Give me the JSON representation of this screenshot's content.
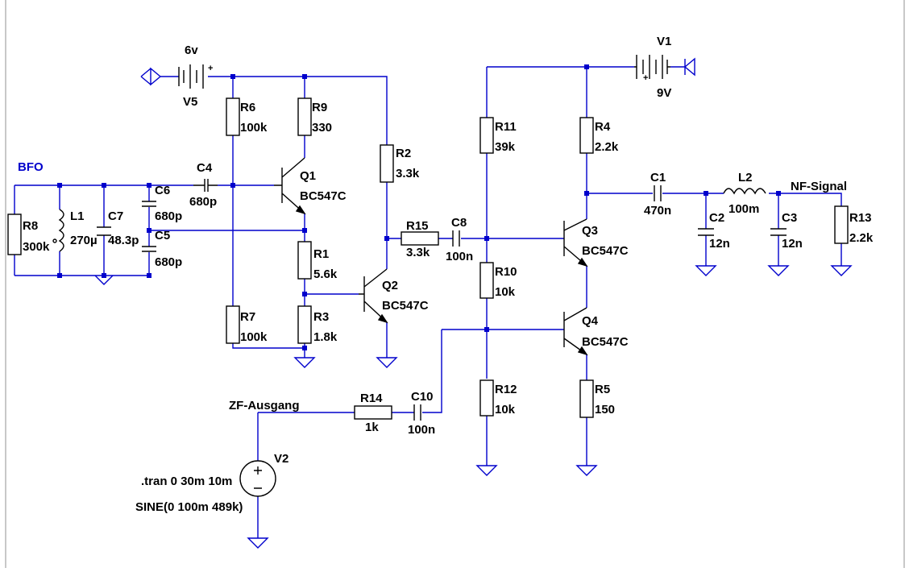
{
  "schematic": {
    "net_labels": {
      "bfo": "BFO",
      "zf": "ZF-Ausgang",
      "nf": "NF-Signal"
    },
    "directives": {
      "tran": ".tran 0 30m 10m",
      "source": "SINE(0 100m 489k)"
    },
    "components": {
      "V5": {
        "ref": "V5",
        "value": "6v"
      },
      "V1": {
        "ref": "V1",
        "value": "9V"
      },
      "V2": {
        "ref": "V2"
      },
      "R6": {
        "ref": "R6",
        "value": "100k"
      },
      "R9": {
        "ref": "R9",
        "value": "330"
      },
      "R2": {
        "ref": "R2",
        "value": "3.3k"
      },
      "R1": {
        "ref": "R1",
        "value": "5.6k"
      },
      "R3": {
        "ref": "R3",
        "value": "1.8k"
      },
      "R7": {
        "ref": "R7",
        "value": "100k"
      },
      "R8": {
        "ref": "R8",
        "value": "300k"
      },
      "R15": {
        "ref": "R15",
        "value": "3.3k"
      },
      "R14": {
        "ref": "R14",
        "value": "1k"
      },
      "R11": {
        "ref": "R11",
        "value": "39k"
      },
      "R10": {
        "ref": "R10",
        "value": "10k"
      },
      "R12": {
        "ref": "R12",
        "value": "10k"
      },
      "R4": {
        "ref": "R4",
        "value": "2.2k"
      },
      "R5": {
        "ref": "R5",
        "value": "150"
      },
      "R13": {
        "ref": "R13",
        "value": "2.2k"
      },
      "C4": {
        "ref": "C4",
        "value": "680p"
      },
      "C6": {
        "ref": "C6",
        "value": "680p"
      },
      "C5": {
        "ref": "C5",
        "value": "680p"
      },
      "C7": {
        "ref": "C7",
        "value": "48.3p"
      },
      "C8": {
        "ref": "C8",
        "value": "100n"
      },
      "C10": {
        "ref": "C10",
        "value": "100n"
      },
      "C1": {
        "ref": "C1",
        "value": "470n"
      },
      "C2": {
        "ref": "C2",
        "value": "12n"
      },
      "C3": {
        "ref": "C3",
        "value": "12n"
      },
      "L1": {
        "ref": "L1",
        "value": "270µ"
      },
      "L2": {
        "ref": "L2",
        "value": "100m"
      },
      "Q1": {
        "ref": "Q1",
        "value": "BC547C"
      },
      "Q2": {
        "ref": "Q2",
        "value": "BC547C"
      },
      "Q3": {
        "ref": "Q3",
        "value": "BC547C"
      },
      "Q4": {
        "ref": "Q4",
        "value": "BC547C"
      }
    },
    "colors": {
      "wire": "#0000cc",
      "component": "#000000",
      "background": "#ffffff"
    }
  }
}
